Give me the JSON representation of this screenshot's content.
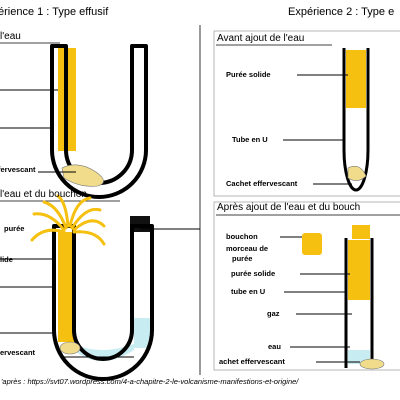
{
  "experiment1": {
    "title": "érience 1 : Type effusif",
    "before": {
      "title": "l'eau",
      "labels": {
        "effervescent": "fervescant"
      }
    },
    "after": {
      "title": "l'eau et du bouchon",
      "labels": {
        "puree": "purée",
        "solide": "lide",
        "effervescent": "ervescant"
      }
    }
  },
  "experiment2": {
    "title": "Expérience 2 : Type e",
    "before": {
      "title": "Avant ajout de l'eau",
      "labels": {
        "puree_solide": "Purée solide",
        "tube_u": "Tube en U",
        "cachet": "Cachet effervescant"
      }
    },
    "after": {
      "title": "Après ajout de l'eau et du bouch",
      "labels": {
        "bouchon": "bouchon",
        "morceau_1": "morceau de",
        "morceau_2": "purée",
        "puree_solide": "purée solide",
        "tube_u": "tube en U",
        "gaz": "gaz",
        "eau": "eau",
        "cachet": "achet effervescant"
      }
    }
  },
  "caption": "'après : https://svt07.wordpress.com/4-a-chapitre-2-le-volcanisme-manifestions-et-origine/",
  "colors": {
    "puree": "#f5c010",
    "water": "#c7ecf2",
    "stopper": "#111111",
    "tablet": "#f0dc8a"
  }
}
